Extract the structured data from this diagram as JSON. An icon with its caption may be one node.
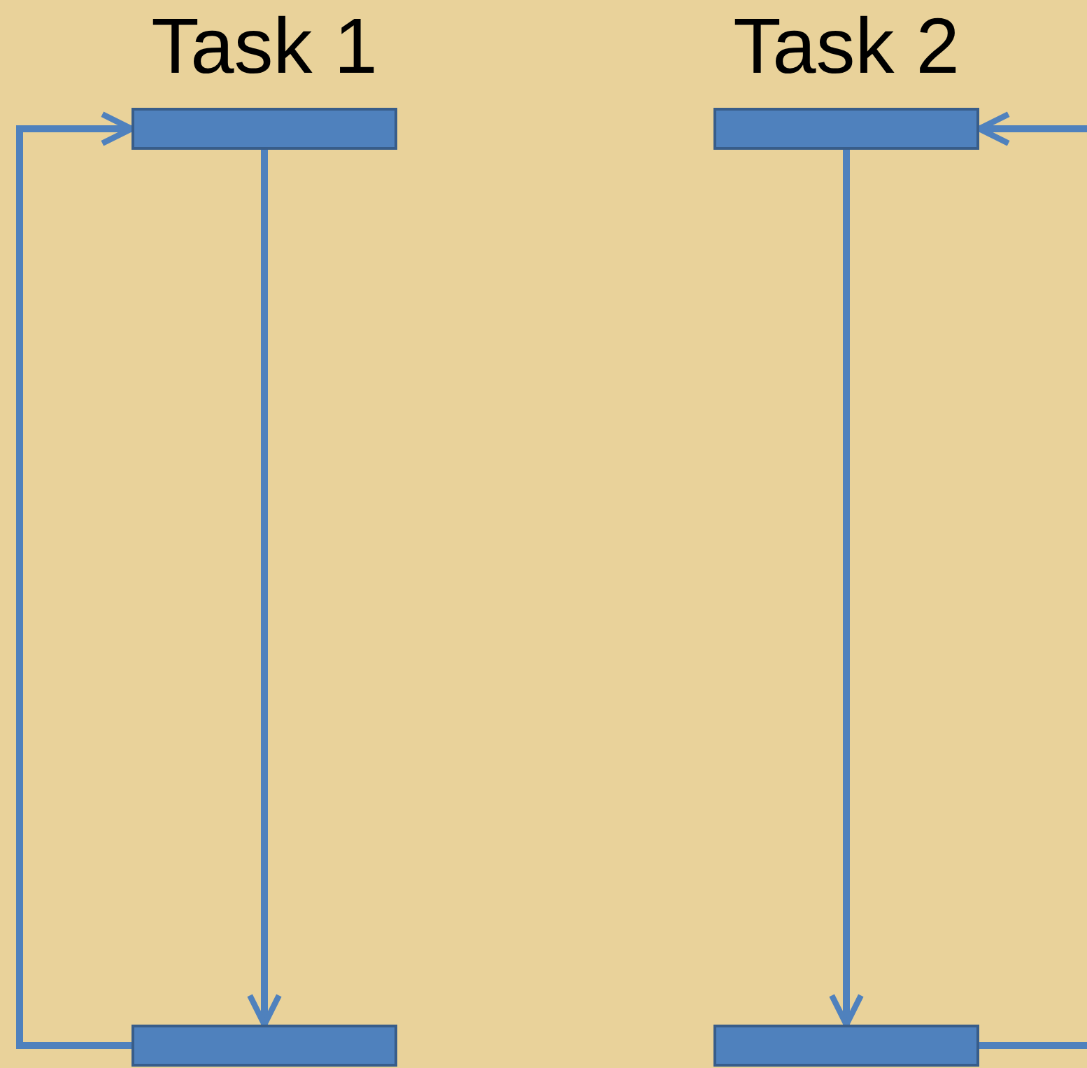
{
  "diagram": {
    "nodes": [
      {
        "text": [
          "Task 1"
        ]
      },
      {
        "text": [],
        "shape": "bar"
      },
      {
        "text": [
          "Task 2"
        ]
      },
      {
        "text": [],
        "shape": "bar"
      }
    ],
    "edges": [
      {
        "from": 0,
        "to": 1,
        "arrow": "to"
      },
      {
        "from": 1,
        "to": 0,
        "arrow": "to"
      },
      {
        "from": 2,
        "to": 3,
        "arrow": "to"
      },
      {
        "from": null,
        "to": 2,
        "arrow": "to"
      },
      {
        "from": 3,
        "to": null,
        "arrow": "none"
      }
    ]
  }
}
